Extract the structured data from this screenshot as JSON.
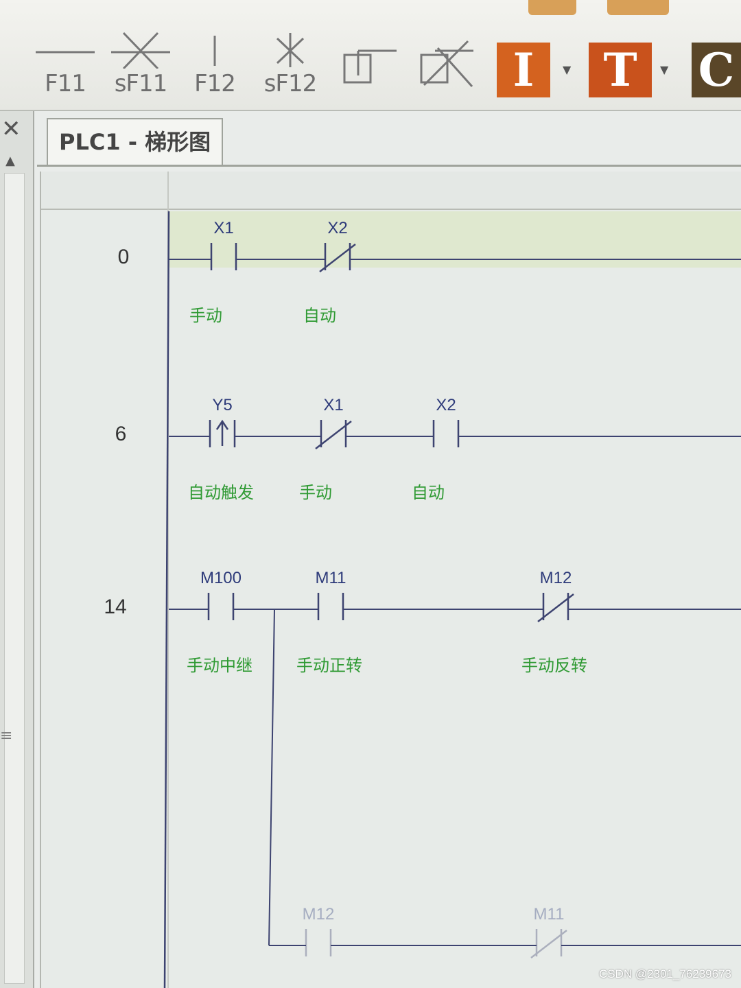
{
  "toolbar": {
    "tools": [
      {
        "key": "F11",
        "icon": "line-vertical-connect-icon"
      },
      {
        "key": "sF11",
        "icon": "delete-horizontal-line-icon"
      },
      {
        "key": "F12",
        "icon": "vertical-line-icon"
      },
      {
        "key": "sF12",
        "icon": "delete-vertical-line-icon"
      }
    ],
    "extra_icons": [
      "draw-line-icon",
      "delete-line-icon"
    ],
    "big_buttons": [
      {
        "label": "I",
        "color": "#d4621f"
      },
      {
        "label": "T",
        "color": "#c9521c"
      },
      {
        "label": "C",
        "color": "#5a4628"
      }
    ]
  },
  "tab": {
    "title": "PLC1 - 梯形图"
  },
  "rungs": [
    {
      "step": "0",
      "elements": [
        {
          "type": "contact-no",
          "device": "X1",
          "comment": "手动"
        },
        {
          "type": "contact-nc",
          "device": "X2",
          "comment": "自动"
        }
      ]
    },
    {
      "step": "6",
      "elements": [
        {
          "type": "contact-rising",
          "device": "Y5",
          "comment": "自动触发"
        },
        {
          "type": "contact-nc",
          "device": "X1",
          "comment": "手动"
        },
        {
          "type": "contact-no",
          "device": "X2",
          "comment": "自动"
        }
      ]
    },
    {
      "step": "14",
      "elements": [
        {
          "type": "contact-no",
          "device": "M100",
          "comment": "手动中继"
        },
        {
          "type": "contact-no",
          "device": "M11",
          "comment": "手动正转"
        },
        {
          "type": "contact-nc",
          "device": "M12",
          "comment": "手动反转"
        }
      ],
      "branch": [
        {
          "type": "contact-no",
          "device": "M12"
        },
        {
          "type": "contact-nc",
          "device": "M11"
        }
      ]
    }
  ],
  "watermark": "CSDN @2301_76239673",
  "colors": {
    "device": "#2e3b7a",
    "comment": "#2f9a33",
    "selected_row": "#dfe8cf"
  }
}
